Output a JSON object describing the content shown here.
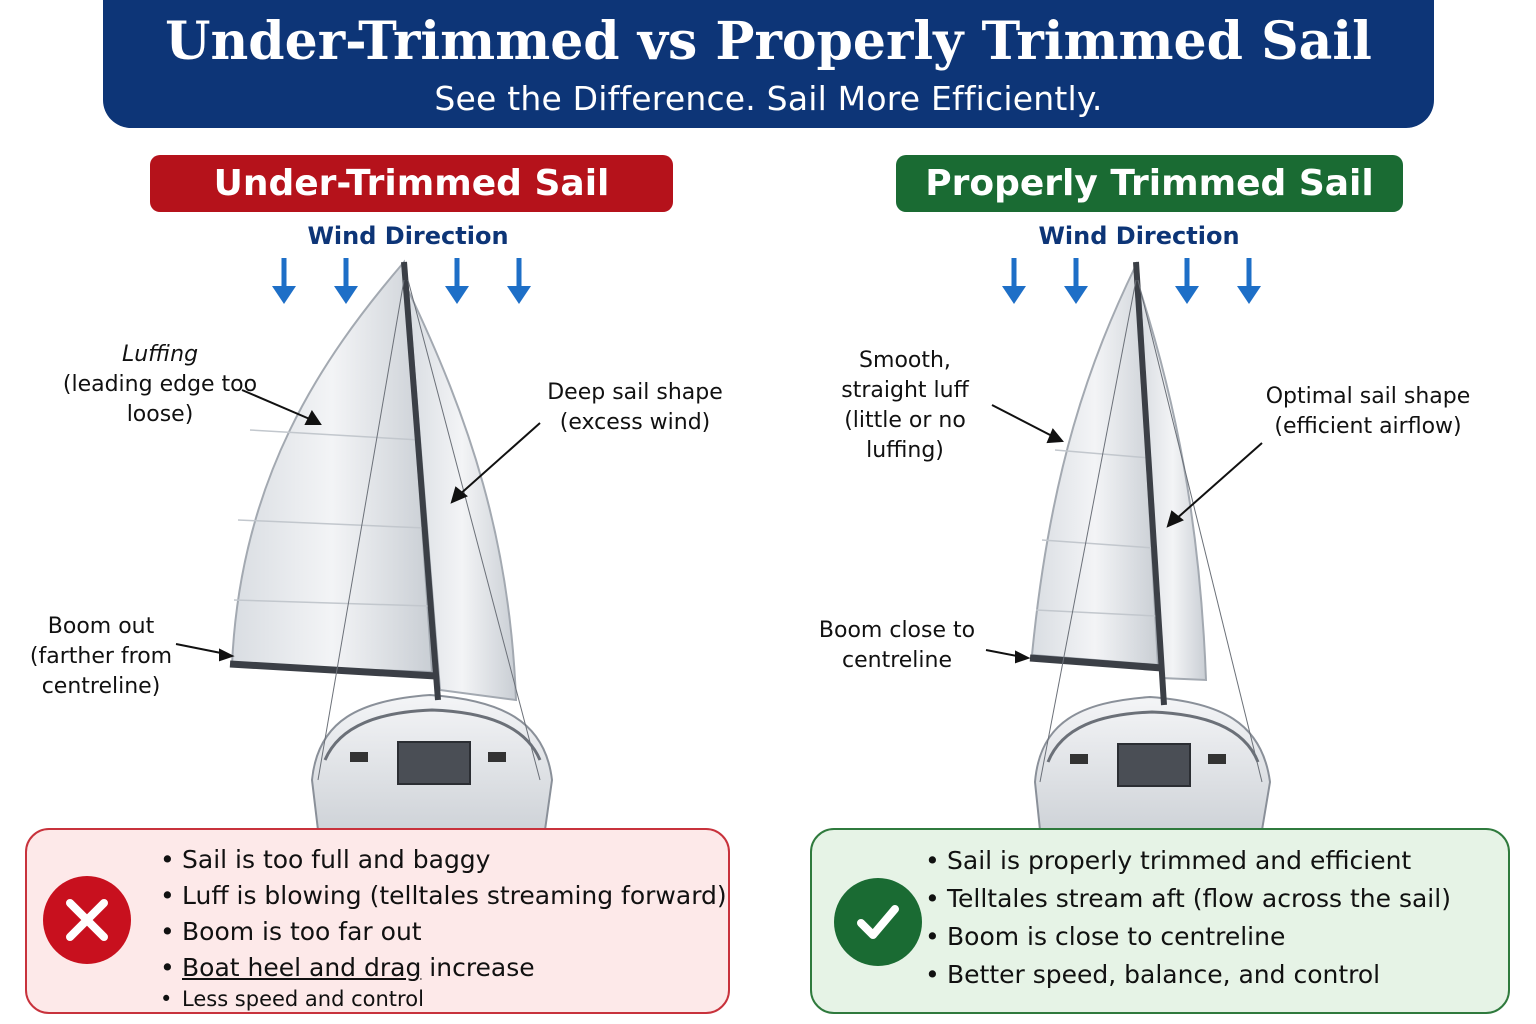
{
  "header": {
    "title": "Under-Trimmed vs Properly Trimmed Sail",
    "subtitle": "See the Difference. Sail More Efficiently."
  },
  "left": {
    "heading": "Under-Trimmed Sail",
    "wind_label": "Wind Direction",
    "callouts": {
      "luffing_title": "Luffing",
      "luffing_desc": "(leading edge too loose)",
      "shape": "Deep sail shape (excess wind)",
      "boom": "Boom out (farther from centreline)"
    },
    "bullets": [
      "Sail is too full and baggy",
      "Luff is blowing (telltales streaming forward)",
      "Boom is too far out"
    ],
    "bullet_heel_underlined": "Boat heel and drag",
    "bullet_heel_rest": " increase",
    "bullet_last": "Less speed and control"
  },
  "right": {
    "heading": "Properly Trimmed Sail",
    "wind_label": "Wind Direction",
    "callouts": {
      "luff": "Smooth, straight luff (little or no luffing)",
      "shape": "Optimal sail shape (efficient airflow)",
      "boom": "Boom close to centreline"
    },
    "bullets": [
      "Sail is properly trimmed and efficient",
      "Telltales stream aft (flow across the sail)",
      "Boom is close to centreline",
      "Better speed, balance, and control"
    ]
  },
  "colors": {
    "banner": "#0d3577",
    "bad": "#b5121b",
    "good": "#1a6b33",
    "wind_arrow": "#1e6fc7"
  },
  "icons": {
    "bad": "x-mark-icon",
    "good": "check-mark-icon",
    "wind": "arrow-down-icon"
  }
}
